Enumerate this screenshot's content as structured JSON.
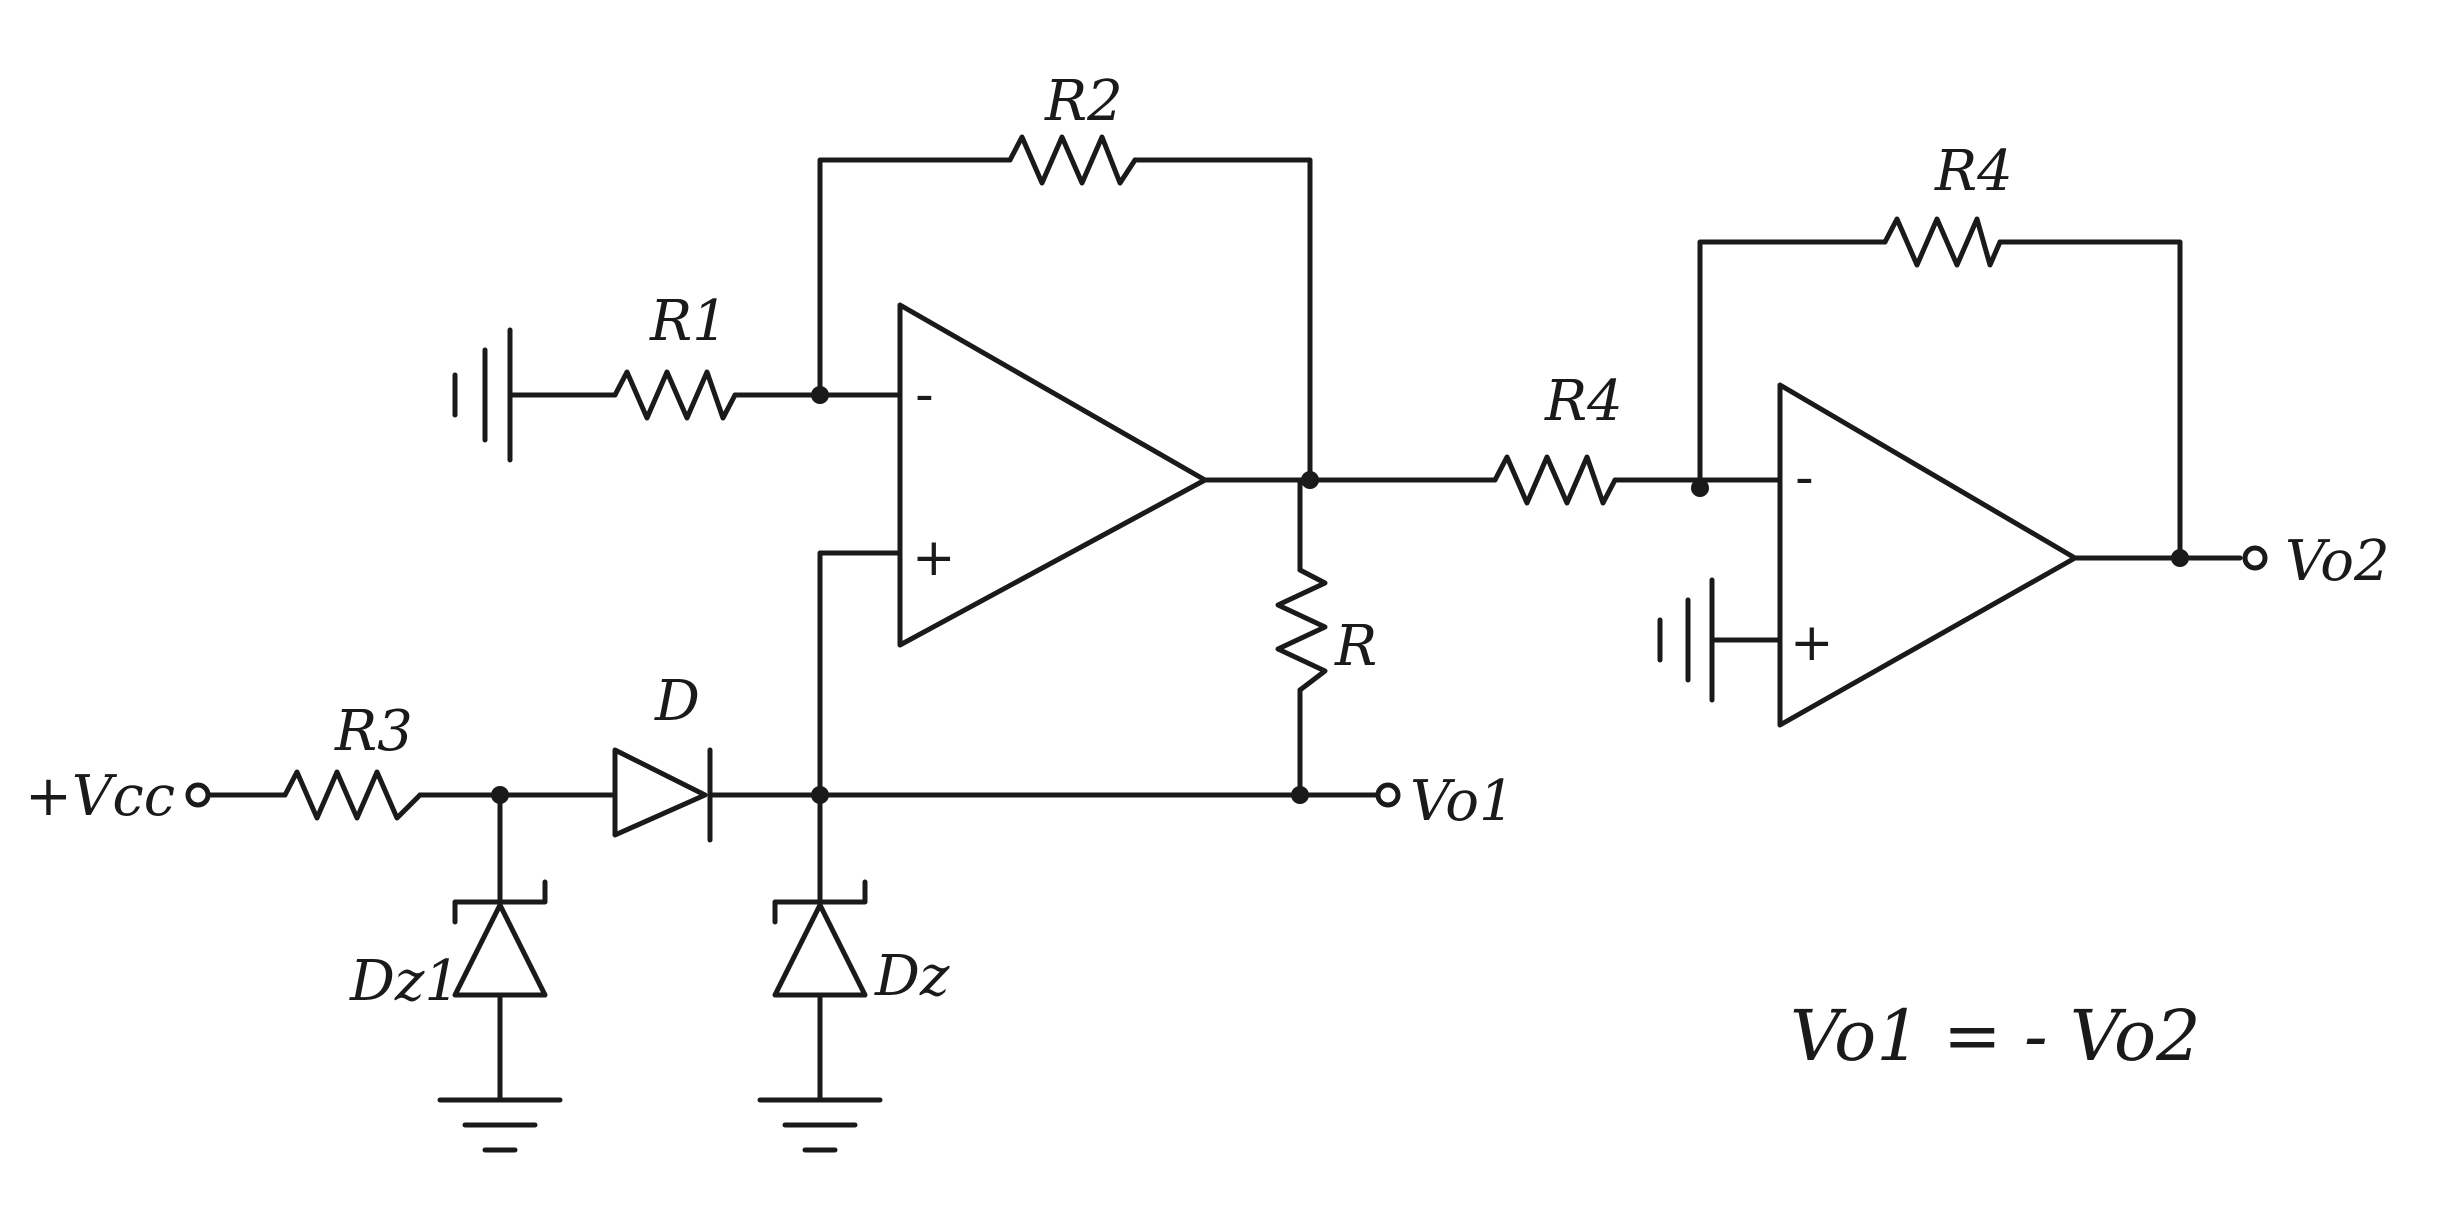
{
  "labels": {
    "r1": "R1",
    "r2": "R2",
    "r3": "R3",
    "r4_input": "R4",
    "r4_feedback": "R4",
    "r": "R",
    "d": "D",
    "dz1": "Dz1",
    "dz": "Dz",
    "vcc": "+Vcc",
    "vo1": "Vo1",
    "vo2": "Vo2",
    "opamp_minus": "-",
    "opamp_plus": "+",
    "opamp2_minus": "-",
    "opamp2_plus": "+",
    "equation": "Vo1 = - Vo2"
  }
}
